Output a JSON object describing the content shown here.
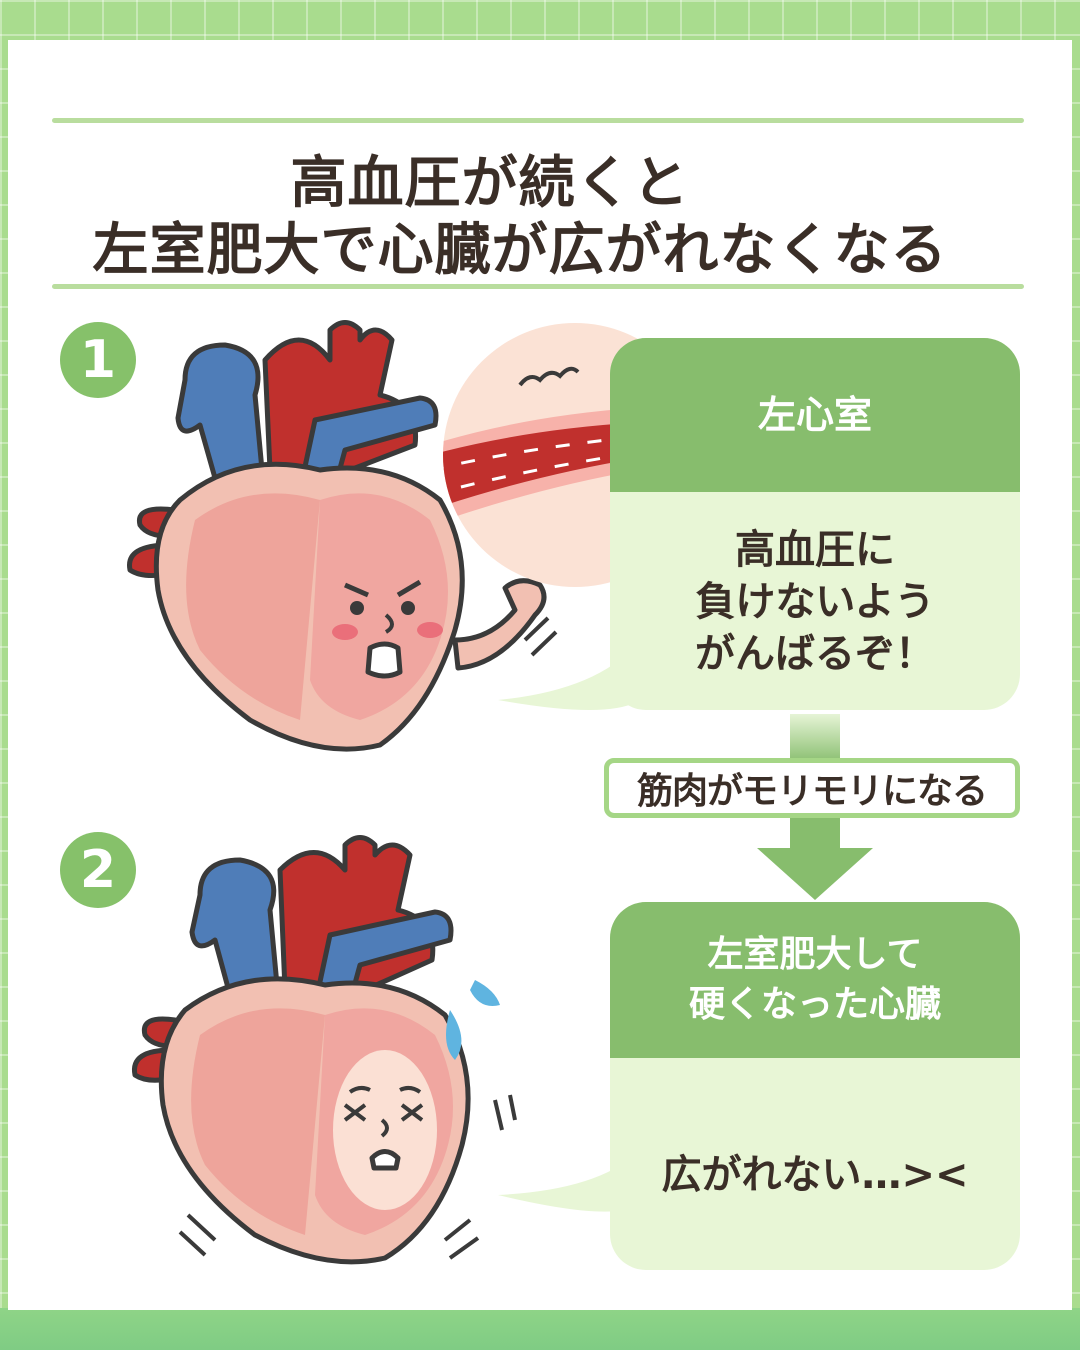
{
  "title": {
    "line1": "高血圧が続くと",
    "line2": "左室肥大で心臓が広がれなくなる"
  },
  "step1": {
    "number": "1",
    "label": "左心室",
    "message_lines": [
      "高血圧に",
      "負けないよう",
      "がんばるぞ！"
    ]
  },
  "transition": {
    "label": "筋肉がモリモリになる"
  },
  "step2": {
    "number": "2",
    "label_lines": [
      "左室肥大して",
      "硬くなった心臓"
    ],
    "message": "広がれない…><"
  },
  "colors": {
    "accent_green": "#87bd6d",
    "panel_light": "#e8f6d6",
    "artery_red": "#c0302d",
    "vein_blue": "#4f7db8",
    "heart_pink": "#f0a6a0"
  }
}
